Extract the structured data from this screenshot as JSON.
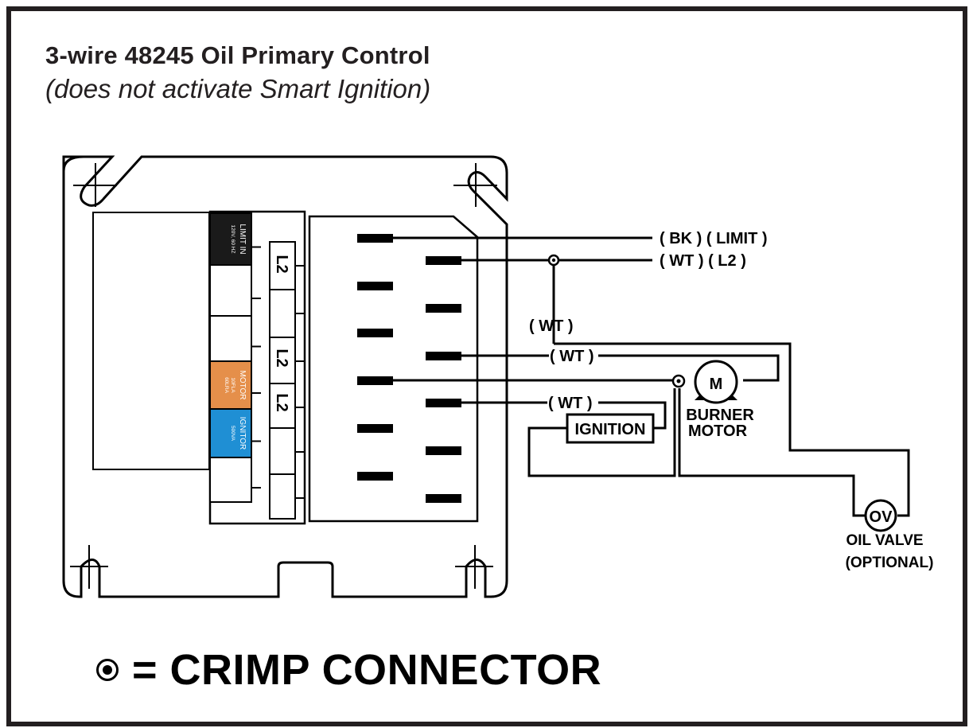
{
  "header": {
    "title": "3-wire 48245 Oil Primary Control",
    "subtitle": "(does not activate Smart Ignition)"
  },
  "control_box": {
    "terminal_labels": [
      {
        "label": "LIMIT IN",
        "sublabel": "120V, 60 HZ",
        "color": "#1a1a1a"
      },
      {
        "label": "",
        "sublabel": "",
        "color": "#ffffff"
      },
      {
        "label": "",
        "sublabel": "",
        "color": "#ffffff"
      },
      {
        "label": "MOTOR",
        "sublabel": "10FLA 60LRA",
        "color": "#e58f4a"
      },
      {
        "label": "IGNITOR",
        "sublabel": "500VA",
        "color": "#1f8fd4"
      },
      {
        "label": "",
        "sublabel": "",
        "color": "#ffffff"
      }
    ],
    "l2_labels": [
      "L2",
      "L2",
      "L2"
    ]
  },
  "wires": {
    "limit": "( BK ) ( LIMIT )",
    "l2": "( WT ) ( L2 )",
    "wt_vertical": "( WT )",
    "wt_motor": "( WT )",
    "wt_ignition": "( WT )"
  },
  "components": {
    "ignition": "IGNITION",
    "motor_symbol": "M",
    "motor_label_line1": "BURNER",
    "motor_label_line2": "MOTOR",
    "oil_valve_symbol": "OV",
    "oil_valve_label_line1": "OIL VALVE",
    "oil_valve_label_line2": "(OPTIONAL)"
  },
  "legend": {
    "text": "= CRIMP CONNECTOR",
    "symbol": "crimp-connector-icon"
  }
}
